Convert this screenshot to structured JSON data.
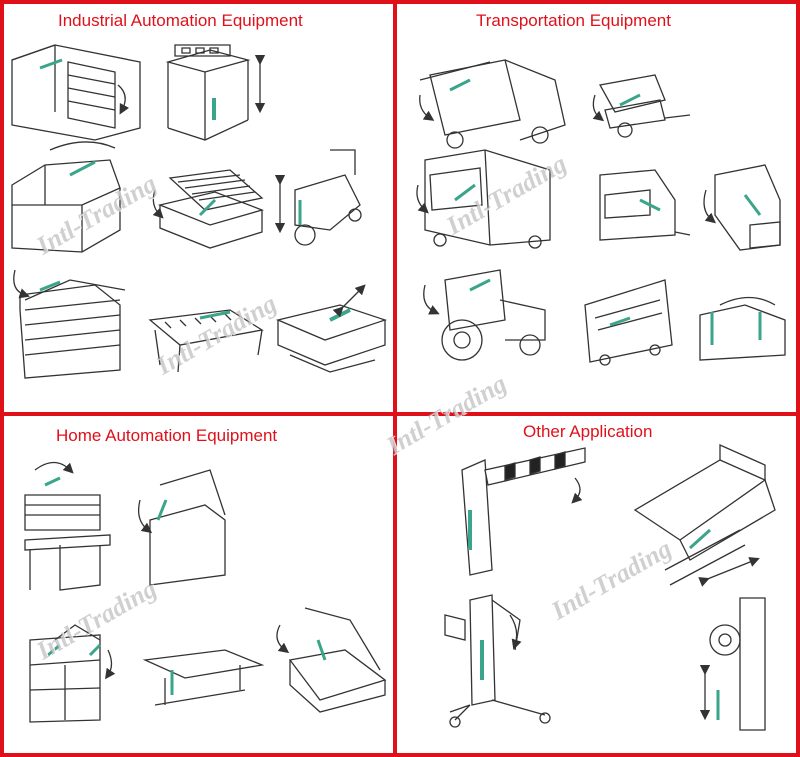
{
  "quadrants": {
    "industrial": {
      "title": "Industrial Automation Equipment"
    },
    "transportation": {
      "title": "Transportation Equipment"
    },
    "home": {
      "title": "Home Automation Equipment"
    },
    "other": {
      "title": "Other Application"
    }
  },
  "watermark": "Intl-Trading",
  "colors": {
    "border": "#e0101a",
    "title": "#e0101a",
    "actuator": "#3aa58a",
    "line": "#333333"
  }
}
